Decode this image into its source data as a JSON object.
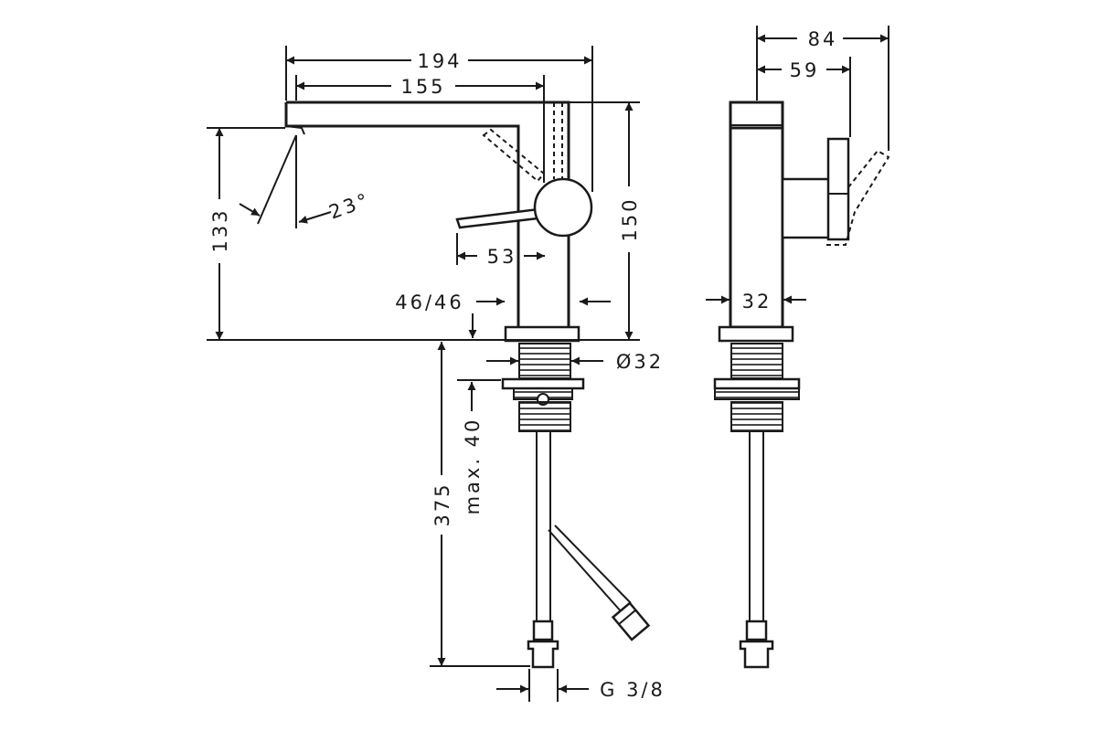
{
  "dimensions": {
    "overall_length": "194",
    "spout_reach": "155",
    "spout_angle": "23°",
    "spout_height": "133",
    "total_height": "150",
    "lever_offset": "53",
    "cutout": "46/46",
    "body_diameter": "Ø32",
    "hose_length": "375",
    "max_counter_thickness": "max. 40",
    "connection_thread": "G 3/8",
    "side_depth": "84",
    "side_lever_depth": "59",
    "side_body_width": "32"
  },
  "colors": {
    "line": "#1a1a1a",
    "background": "#ffffff"
  }
}
